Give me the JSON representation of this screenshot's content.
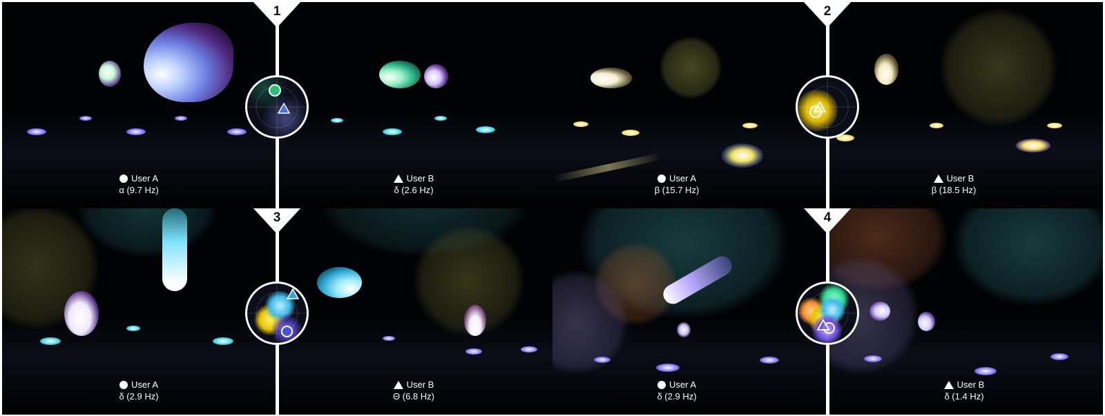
{
  "panels": [
    {
      "number": "1",
      "user_a": {
        "name": "User A",
        "band": "α (9.7 Hz)"
      },
      "user_b": {
        "name": "User B",
        "band": "δ (2.6 Hz)"
      }
    },
    {
      "number": "2",
      "user_a": {
        "name": "User A",
        "band": "β (15.7 Hz)"
      },
      "user_b": {
        "name": "User B",
        "band": "β (18.5 Hz)"
      }
    },
    {
      "number": "3",
      "user_a": {
        "name": "User A",
        "band": "δ (2.9 Hz)"
      },
      "user_b": {
        "name": "User B",
        "band": "Θ (6.8 Hz)"
      }
    },
    {
      "number": "4",
      "user_a": {
        "name": "User A",
        "band": "δ (2.9 Hz)"
      },
      "user_b": {
        "name": "User B",
        "band": "δ (1.4 Hz)"
      }
    }
  ],
  "colors": {
    "alpha_violet": "#8a7cff",
    "delta_cyan": "#3fd6e6",
    "beta_yellow": "#f2e36a",
    "theta_teal": "#2fb7c9",
    "accent_green": "#2bd48a",
    "accent_orange": "#f08a2a"
  }
}
